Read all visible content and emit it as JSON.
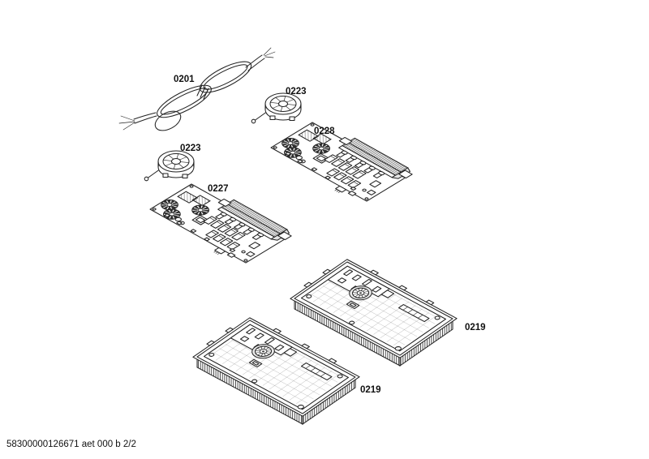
{
  "page": {
    "background_color": "#ffffff",
    "footer_text": "58300000126671 aet 000 b 2/2"
  },
  "diagram": {
    "line_color": "#222222",
    "part_labels": [
      {
        "text": "0201"
      },
      {
        "text": "0223"
      },
      {
        "text": "0228"
      },
      {
        "text": "0223"
      },
      {
        "text": "0227"
      },
      {
        "text": "0219"
      },
      {
        "text": "0219"
      }
    ]
  }
}
